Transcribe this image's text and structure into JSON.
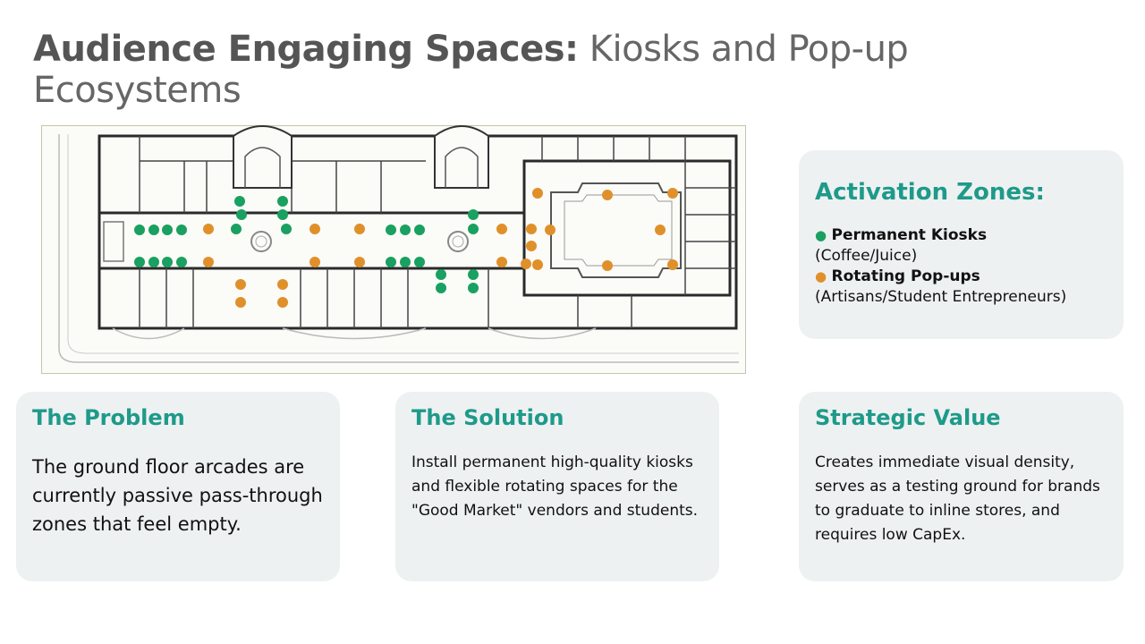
{
  "title": {
    "bold": "Audience Engaging Spaces:",
    "rest": " Kiosks and Pop-up Ecosystems"
  },
  "colors": {
    "accent": "#1e9a8a",
    "permanent_kiosk_dot": "#1aa060",
    "rotating_popup_dot": "#e0902a",
    "card_bg": "#eef1f1"
  },
  "activation_zones": {
    "title": "Activation Zones:",
    "items": [
      {
        "bullet": "●",
        "label": "Permanent Kiosks",
        "detail": "(Coffee/Juice)",
        "color": "#1aa060"
      },
      {
        "bullet": "●",
        "label": "Rotating Pop-ups",
        "detail": "(Artisans/Student Entrepreneurs)",
        "color": "#e0902a"
      }
    ]
  },
  "problem": {
    "title": "The Problem",
    "text": "The ground floor arcades are currently passive pass-through zones that feel empty."
  },
  "solution": {
    "title": "The Solution",
    "text": "Install permanent high-quality kiosks and flexible rotating spaces for the \"Good Market\" vendors and students."
  },
  "strategic_value": {
    "title": "Strategic Value",
    "text": "Creates immediate visual density, serves as a testing ground for brands to graduate to inline stores, and requires low CapEx."
  }
}
